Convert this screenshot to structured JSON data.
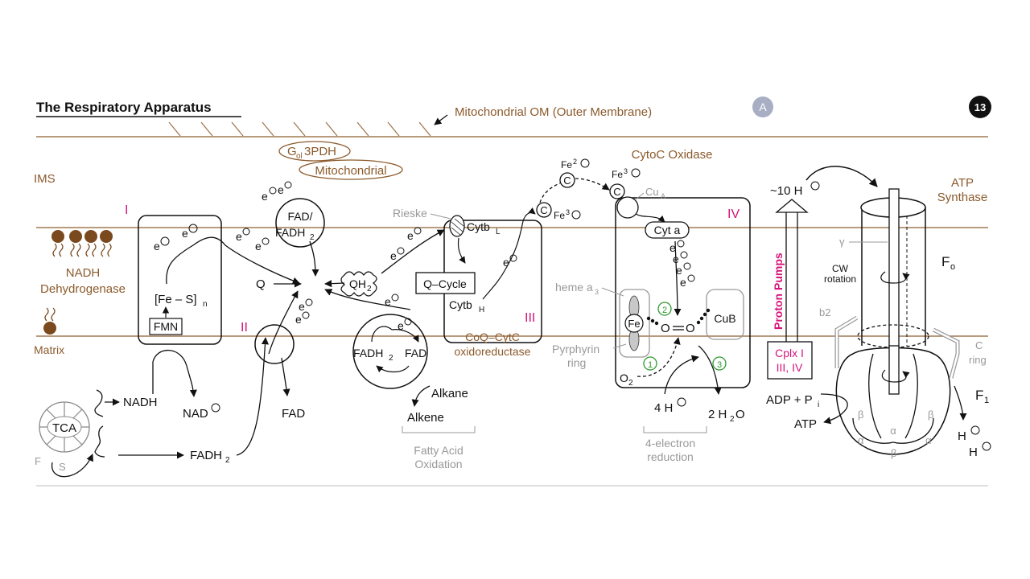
{
  "title": "The Respiratory Apparatus",
  "slide_letter": "A",
  "slide_number": "13",
  "membranes": {
    "outer": "Mitochondrial OM (Outer Membrane)",
    "ims": "IMS",
    "matrix": "Matrix"
  },
  "complex1": {
    "roman": "I",
    "name_line1": "NADH",
    "name_line2": "Dehydrogenase",
    "fes_main": "[Fe – S]",
    "fes_sub": "n",
    "fmn": "FMN",
    "e1": "e",
    "e2": "e"
  },
  "gol3pdh": {
    "label_prefix": "G",
    "label_sub": "ol",
    "label_suffix": "3PDH",
    "sub_label": "Mitochondrial",
    "fad_line1": "FAD/",
    "fad_line2": "FADH",
    "fad_sub": "2"
  },
  "complex2": {
    "roman": "II"
  },
  "electrons": {
    "symbol": "e"
  },
  "quinone": {
    "q": "Q",
    "qh2": "QH",
    "qh2_sub": "2"
  },
  "fatty_acid": {
    "fadh2": "FADH",
    "fadh2_sub": "2",
    "fad": "FAD",
    "alkane": "Alkane",
    "alkene": "Alkene",
    "caption_line1": "Fatty Acid",
    "caption_line2": "Oxidation"
  },
  "complex3": {
    "roman": "III",
    "rieske": "Rieske",
    "cytbl": "Cytb",
    "cytbl_sub": "L",
    "qcycle": "Q–Cycle",
    "cytbh": "Cytb",
    "cytbh_sub": "H",
    "name_line1": "CoQ–CytC",
    "name_line2": "oxidoreductase"
  },
  "cytc": {
    "c": "C",
    "fe2": "Fe",
    "fe2_sup": "2",
    "fe3": "Fe",
    "fe3_sup": "3"
  },
  "complex4": {
    "roman": "IV",
    "title": "CytoC Oxidase",
    "cua": "Cu",
    "cua_sub": "A",
    "cyta": "Cyt a",
    "heme": "heme a",
    "heme_sub": "3",
    "fe": "Fe",
    "cub": "CuB",
    "oo": "O",
    "o2": "O",
    "o2_sub": "2",
    "pyrphyrin_line1": "Pyrphyrin",
    "pyrphyrin_line2": "ring",
    "step1": "1",
    "step2": "2",
    "step3": "3",
    "protons": "4 H",
    "water": "2 H",
    "water_sub": "2",
    "water_suffix": "O",
    "caption_line1": "4-electron",
    "caption_line2": "reduction"
  },
  "proton_pumps": {
    "label": "Proton Pumps",
    "count": "~10 H",
    "box_line1": "Cplx I",
    "box_line2": "III, IV"
  },
  "atp_synthase": {
    "title_line1": "ATP",
    "title_line2": "Synthase",
    "fo": "F",
    "fo_sub": "o",
    "f1": "F",
    "f1_sub": "1",
    "gamma": "γ",
    "cw_line1": "CW",
    "cw_line2": "rotation",
    "b2": "b2",
    "c_line1": "C",
    "c_line2": "ring",
    "beta": "β",
    "alpha": "α",
    "adp": "ADP + P",
    "adp_sub": "i",
    "atp": "ATP",
    "h": "H"
  },
  "tca": {
    "label": "TCA",
    "f": "F",
    "s": "S",
    "nadh": "NADH",
    "nad": "NAD",
    "fadh2": "FADH",
    "fadh2_sub": "2",
    "fad": "FAD"
  },
  "colors": {
    "membrane": "#a07850",
    "accent_brown": "#8b5a2b",
    "pink": "#d6147a",
    "green": "#2e9a2e",
    "gray": "#999999"
  }
}
